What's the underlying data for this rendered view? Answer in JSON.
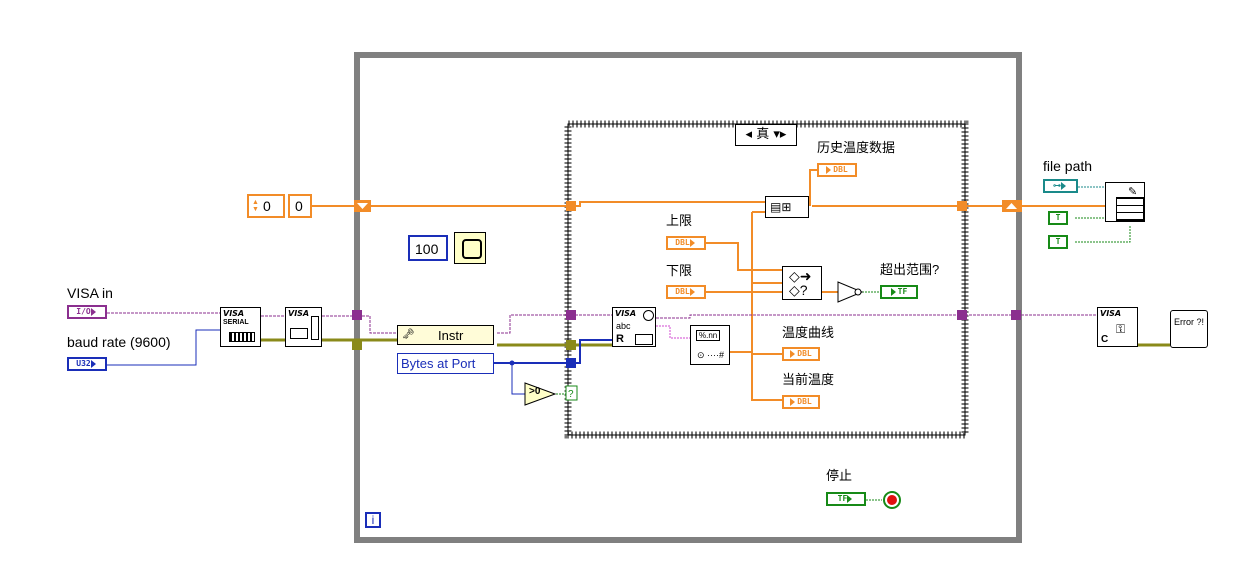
{
  "controls": {
    "visa_in": {
      "label": "VISA in",
      "type": "I/O"
    },
    "baud_rate": {
      "label": "baud rate (9600)",
      "type": "U32"
    },
    "file_path": {
      "label": "file path"
    },
    "shift_init": {
      "value": "0"
    },
    "wait_ms": {
      "value": "100"
    },
    "stop": {
      "label": "停止",
      "type": "TF"
    }
  },
  "nodes": {
    "property": {
      "class": "Instr",
      "property": "Bytes at Port"
    },
    "compare": {
      "text": ">0"
    },
    "case_selector": {
      "value": "真"
    },
    "visa_serial": {
      "title": "VISA",
      "sub": "SERIAL"
    },
    "visa_flush": {
      "title": "VISA"
    },
    "visa_read": {
      "title": "VISA",
      "sub1": "abc",
      "sub2": "R"
    },
    "visa_close": {
      "title": "VISA",
      "sub": "C"
    },
    "error": {
      "text": "Error ?!"
    },
    "scan": {
      "text": "%.nn"
    }
  },
  "indicators": {
    "history": {
      "label": "历史温度数据",
      "type": "DBL"
    },
    "upper": {
      "label": "上限",
      "type": "DBL"
    },
    "lower": {
      "label": "下限",
      "type": "DBL"
    },
    "out_range": {
      "label": "超出范围?",
      "type": "TF"
    },
    "curve": {
      "label": "温度曲线",
      "type": "DBL"
    },
    "current": {
      "label": "当前温度",
      "type": "DBL"
    },
    "bool1": {
      "type": "T"
    },
    "bool2": {
      "type": "T"
    }
  },
  "loop": {
    "iteration": "i"
  },
  "colors": {
    "orange": "#f28c28",
    "purple": "#8b2f8f",
    "blue": "#1a2eb8",
    "green": "#178a17",
    "olive": "#8a8a1a",
    "loop": "#808080"
  }
}
